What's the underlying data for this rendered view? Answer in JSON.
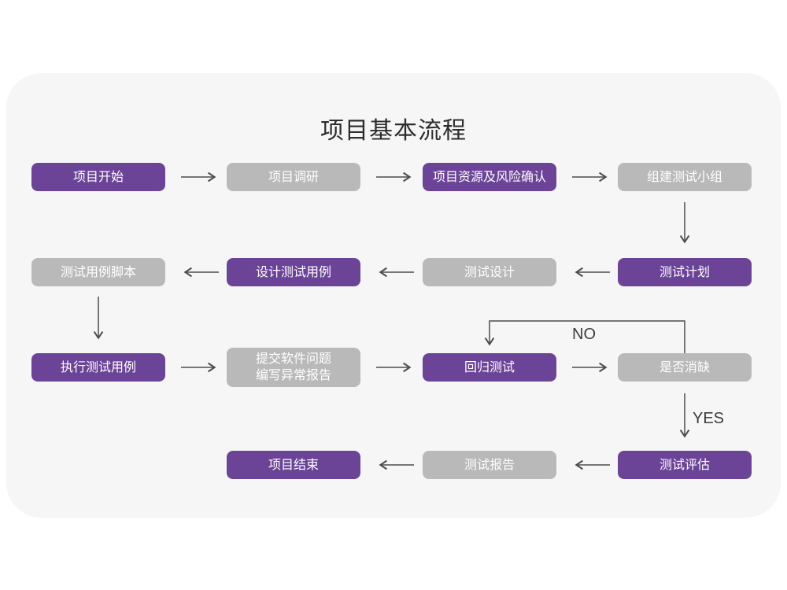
{
  "title": "项目基本流程",
  "colors": {
    "purple": "#6B4397",
    "gray": "#B9B9B9",
    "card_bg": "#F6F6F6",
    "page_bg": "#FFFFFF",
    "arrow": "#4D4D4D",
    "node_text": "#FFFFFF",
    "title_text": "#2D2D2D",
    "label_text": "#3C3C3C"
  },
  "nodes": [
    {
      "id": "project-start",
      "label": "项目开始",
      "variant": "purple"
    },
    {
      "id": "project-research",
      "label": "项目调研",
      "variant": "gray"
    },
    {
      "id": "resource-risk-confirm",
      "label": "项目资源及风险确认",
      "variant": "purple"
    },
    {
      "id": "build-test-team",
      "label": "组建测试小组",
      "variant": "gray"
    },
    {
      "id": "test-plan",
      "label": "测试计划",
      "variant": "purple"
    },
    {
      "id": "test-design",
      "label": "测试设计",
      "variant": "gray"
    },
    {
      "id": "design-test-case",
      "label": "设计测试用例",
      "variant": "purple"
    },
    {
      "id": "test-case-script",
      "label": "测试用例脚本",
      "variant": "gray"
    },
    {
      "id": "execute-test-case",
      "label": "执行测试用例",
      "variant": "purple"
    },
    {
      "id": "submit-issue-report",
      "label": "提交软件问题\n编写异常报告",
      "variant": "gray"
    },
    {
      "id": "regression-test",
      "label": "回归测试",
      "variant": "purple"
    },
    {
      "id": "defect-cleared",
      "label": "是否消缺",
      "variant": "gray"
    },
    {
      "id": "test-evaluation",
      "label": "测试评估",
      "variant": "purple"
    },
    {
      "id": "test-report",
      "label": "测试报告",
      "variant": "gray"
    },
    {
      "id": "project-end",
      "label": "项目结束",
      "variant": "purple"
    }
  ],
  "edges": [
    {
      "from": "project-start",
      "to": "project-research",
      "label": ""
    },
    {
      "from": "project-research",
      "to": "resource-risk-confirm",
      "label": ""
    },
    {
      "from": "resource-risk-confirm",
      "to": "build-test-team",
      "label": ""
    },
    {
      "from": "build-test-team",
      "to": "test-plan",
      "label": ""
    },
    {
      "from": "test-plan",
      "to": "test-design",
      "label": ""
    },
    {
      "from": "test-design",
      "to": "design-test-case",
      "label": ""
    },
    {
      "from": "design-test-case",
      "to": "test-case-script",
      "label": ""
    },
    {
      "from": "test-case-script",
      "to": "execute-test-case",
      "label": ""
    },
    {
      "from": "execute-test-case",
      "to": "submit-issue-report",
      "label": ""
    },
    {
      "from": "submit-issue-report",
      "to": "regression-test",
      "label": ""
    },
    {
      "from": "regression-test",
      "to": "defect-cleared",
      "label": ""
    },
    {
      "from": "defect-cleared",
      "to": "regression-test",
      "label": "NO"
    },
    {
      "from": "defect-cleared",
      "to": "test-evaluation",
      "label": "YES"
    },
    {
      "from": "test-evaluation",
      "to": "test-report",
      "label": ""
    },
    {
      "from": "test-report",
      "to": "project-end",
      "label": ""
    }
  ]
}
